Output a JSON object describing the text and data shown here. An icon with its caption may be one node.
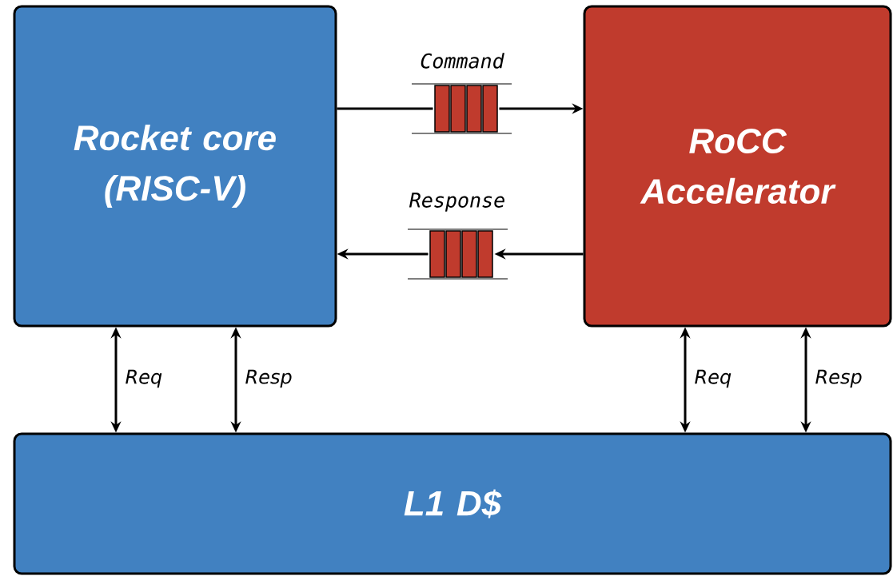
{
  "diagram": {
    "nodes": [
      {
        "text": [
          "Rocket core (RISC-V)"
        ]
      },
      {
        "text": [
          "RoCC Accelerator"
        ]
      },
      {
        "text": [
          "L1 D$"
        ]
      },
      {
        "text": [
          "Command"
        ]
      },
      {
        "text": [
          "Response"
        ]
      }
    ],
    "edges": [
      {
        "from": 0,
        "to": 3,
        "arrow": "none"
      },
      {
        "from": 3,
        "to": 1,
        "arrow": "to"
      },
      {
        "from": 1,
        "to": 4,
        "arrow": "to"
      },
      {
        "from": 4,
        "to": 0,
        "arrow": "to"
      },
      {
        "from": 0,
        "to": 2,
        "arrow": "both",
        "label": "Req"
      },
      {
        "from": 0,
        "to": 2,
        "arrow": "both",
        "label": "Resp"
      },
      {
        "from": 1,
        "to": 2,
        "arrow": "both",
        "label": "Req"
      },
      {
        "from": 1,
        "to": 2,
        "arrow": "both",
        "label": "Resp"
      }
    ]
  }
}
